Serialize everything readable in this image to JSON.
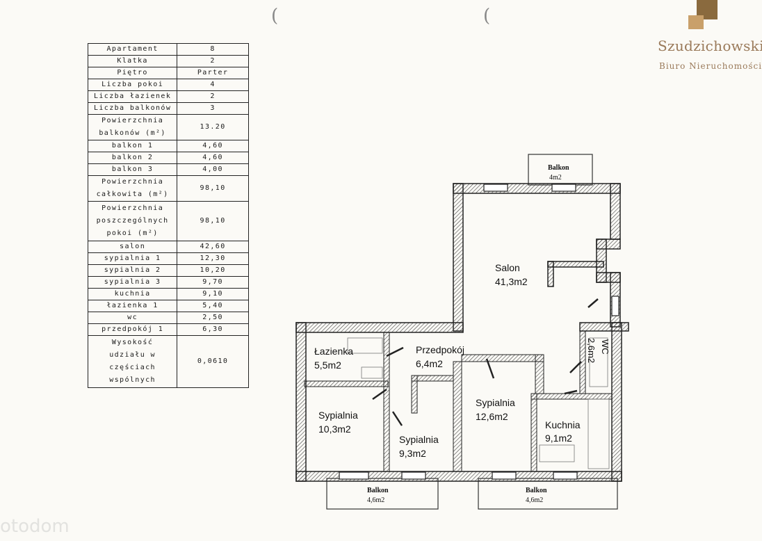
{
  "brand": {
    "name": "Szudzichowski",
    "subtitle": "Biuro Nieruchomości"
  },
  "decor": {
    "paren_left": "(",
    "paren_right": "("
  },
  "watermark": "otodom",
  "spec_table": [
    {
      "label": "Apartament",
      "value": "8"
    },
    {
      "label": "Klatka",
      "value": "2"
    },
    {
      "label": "Piętro",
      "value": "Parter"
    },
    {
      "label": "Liczba pokoi",
      "value": "4"
    },
    {
      "label": "Liczba łazienek",
      "value": "2"
    },
    {
      "label": "Liczba balkonów",
      "value": "3"
    },
    {
      "label": "Powierzchnia\nbalkonów (m²)",
      "value": "13.20"
    },
    {
      "label": "balkon 1",
      "value": "4,60"
    },
    {
      "label": "balkon 2",
      "value": "4,60"
    },
    {
      "label": "balkon 3",
      "value": "4,00"
    },
    {
      "label": "Powierzchnia\ncałkowita (m²)",
      "value": "98,10"
    },
    {
      "label": "Powierzchnia\nposzczególnych\npokoi (m²)",
      "value": "98,10"
    },
    {
      "label": "salon",
      "value": "42,60"
    },
    {
      "label": "sypialnia 1",
      "value": "12,30"
    },
    {
      "label": "sypialnia 2",
      "value": "10,20"
    },
    {
      "label": "sypialnia 3",
      "value": "9,70"
    },
    {
      "label": "kuchnia",
      "value": "9,10"
    },
    {
      "label": "łazienka 1",
      "value": "5,40"
    },
    {
      "label": "wc",
      "value": "2,50"
    },
    {
      "label": "przedpokój 1",
      "value": "6,30"
    },
    {
      "label": "Wysokość\nudziału w\nczęściach\nwspólnych",
      "value": "0,0610"
    }
  ],
  "plan": {
    "rooms": {
      "salon_name": "Salon",
      "salon_area": "41,3m2",
      "lazienka_name": "Łazienka",
      "lazienka_area": "5,5m2",
      "przedpokoj_name": "Przedpokój",
      "przedpokoj_area": "6,4m2",
      "wc_name": "WC",
      "wc_area": "2,6m2",
      "sypialnia_a_name": "Sypialnia",
      "sypialnia_a_area": "10,3m2",
      "sypialnia_b_name": "Sypialnia",
      "sypialnia_b_area": "9,3m2",
      "sypialnia_c_name": "Sypialnia",
      "sypialnia_c_area": "12,6m2",
      "kuchnia_name": "Kuchnia",
      "kuchnia_area": "9,1m2"
    },
    "balconies": {
      "top_name": "Balkon",
      "top_area": "4m2",
      "bottom_left_name": "Balkon",
      "bottom_left_area": "4,6m2",
      "bottom_right_name": "Balkon",
      "bottom_right_area": "4,6m2"
    }
  }
}
